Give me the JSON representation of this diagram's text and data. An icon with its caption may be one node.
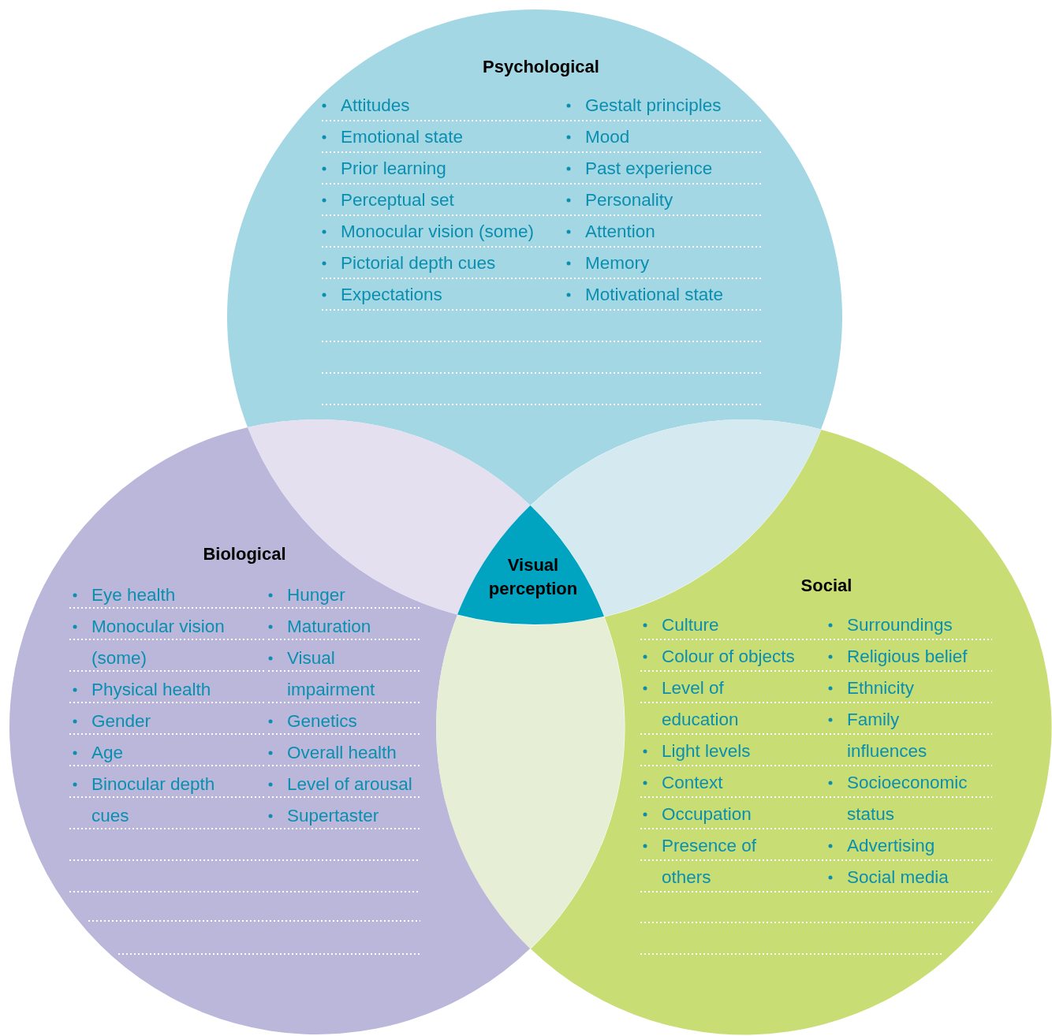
{
  "diagram": {
    "nodes": [
      {
        "text": [
          "Psychological",
          "Attitudes",
          "Emotional state",
          "Prior learning",
          "Perceptual set",
          "Monocular vision (some)",
          "Pictorial depth cues",
          "Expectations",
          "Gestalt principles",
          "Mood",
          "Past experience",
          "Personality",
          "Attention",
          "Memory",
          "Motivational state"
        ]
      },
      {
        "text": [
          "Biological",
          "Eye health",
          "Monocular vision (some)",
          "Physical health",
          "Gender",
          "Age",
          "Binocular depth cues",
          "Hunger",
          "Maturation",
          "Visual impairment",
          "Genetics",
          "Overall health",
          "Level of arousal",
          "Supertaster"
        ]
      },
      {
        "text": [
          "Visual perception"
        ]
      },
      {
        "text": [
          "Social",
          "Culture",
          "Colour of objects",
          "Level of education",
          "Light levels",
          "Context",
          "Occupation",
          "Presence of others",
          "Surroundings",
          "Religious belief",
          "Ethnicity",
          "Family influences",
          "Socioeconomic status",
          "Advertising",
          "Social media"
        ]
      },
      {
        "text": [],
        "shape": "lens"
      },
      {
        "text": [],
        "shape": "lens"
      },
      {
        "text": [],
        "shape": "lens"
      }
    ]
  }
}
